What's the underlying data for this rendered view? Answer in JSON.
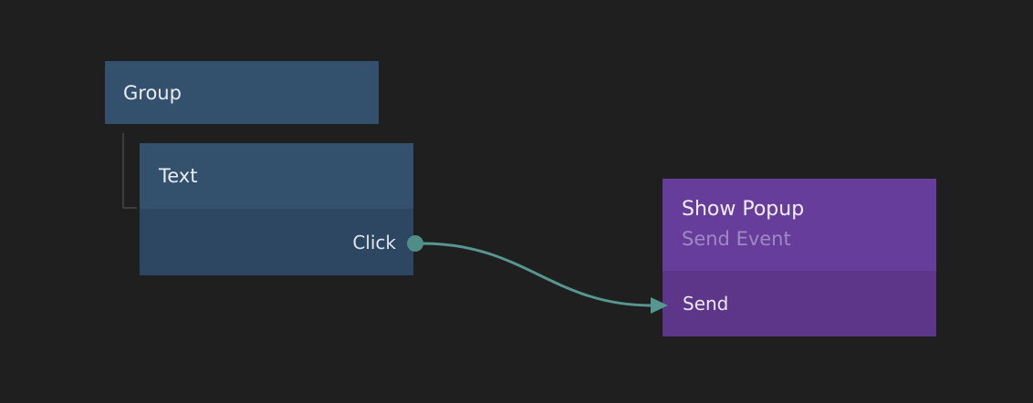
{
  "canvas": {
    "background": "#1f1f1f"
  },
  "colors": {
    "node_blue_header": "#33506c",
    "node_blue_body": "#2d4661",
    "node_purple_header": "#673d9b",
    "node_purple_body": "#5e3689",
    "connection_teal": "#569791",
    "port_dot_teal": "#4f8d87",
    "tree_line_gray": "#3d3d3d",
    "title_text": "#e9edf1",
    "muted_subtitle_text": "#a189c1"
  },
  "nodes": {
    "group": {
      "title": "Group"
    },
    "text": {
      "title": "Text",
      "output_port": "Click"
    },
    "show_popup": {
      "title": "Show Popup",
      "subtitle": "Send Event",
      "input_port": "Send"
    }
  }
}
